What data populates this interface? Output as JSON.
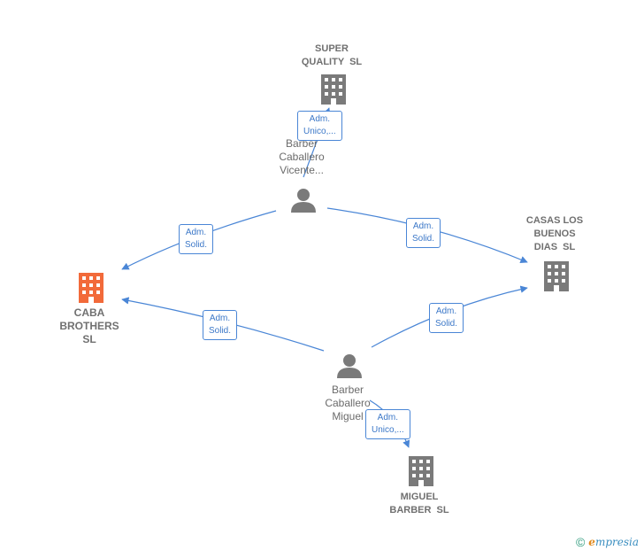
{
  "nodes": {
    "super_quality": {
      "label": "SUPER\nQUALITY  SL",
      "type": "company",
      "color": "#7a7a7a"
    },
    "casas_los_buenos": {
      "label": "CASAS LOS\nBUENOS\nDIAS  SL",
      "type": "company",
      "color": "#7a7a7a"
    },
    "caba_brothers": {
      "label": "CABA\nBROTHERS\nSL",
      "type": "company-main",
      "color": "#f26a3a"
    },
    "miguel_barber": {
      "label": "MIGUEL\nBARBER  SL",
      "type": "company",
      "color": "#7a7a7a"
    },
    "barber_vicente": {
      "label": "Barber\nCaballero\nVicente...",
      "type": "person",
      "color": "#7a7a7a"
    },
    "barber_miguel": {
      "label": "Barber\nCaballero\nMiguel",
      "type": "person",
      "color": "#7a7a7a"
    }
  },
  "relations": {
    "vicente_super": "Adm.\nUnico,...",
    "vicente_caba": "Adm.\nSolid.",
    "vicente_casas": "Adm.\nSolid.",
    "miguel_caba": "Adm.\nSolid.",
    "miguel_casas": "Adm.\nSolid.",
    "miguel_miguelsl": "Adm.\nUnico,..."
  },
  "brand": {
    "copyright": "©",
    "name_first": "e",
    "name_rest": "mpresia"
  },
  "colors": {
    "edge": "#4a86d6",
    "main_company": "#f26a3a",
    "company": "#7a7a7a",
    "person": "#7a7a7a"
  }
}
